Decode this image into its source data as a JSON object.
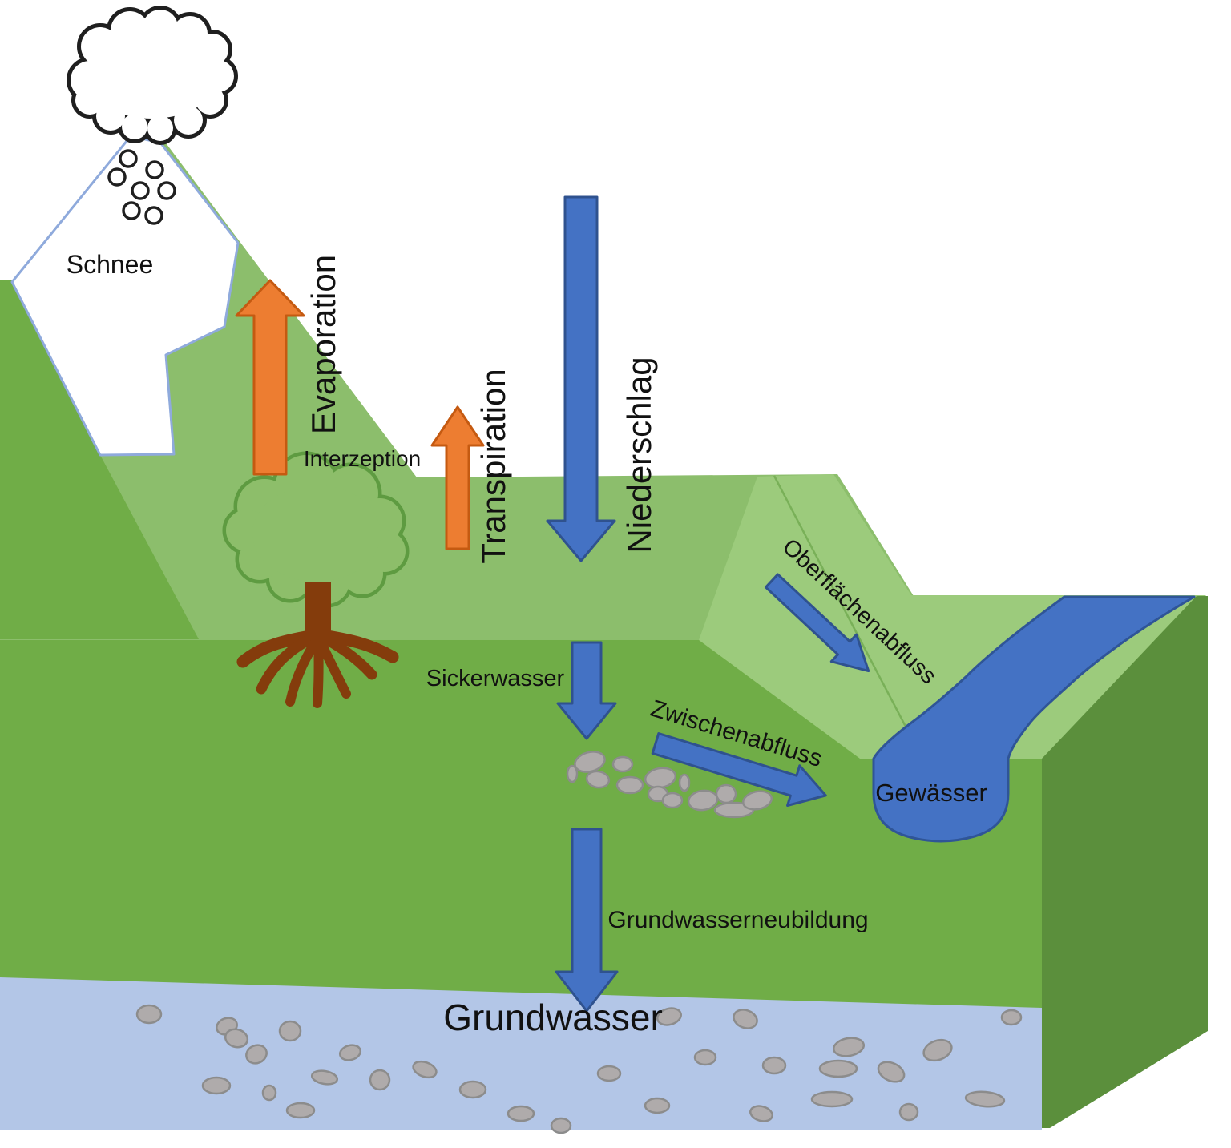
{
  "diagram": {
    "type": "water-cycle-schematic",
    "language": "de",
    "labels": {
      "schnee": "Schnee",
      "evaporation": "Evaporation",
      "interzeption": "Interzeption",
      "transpiration": "Transpiration",
      "niederschlag": "Niederschlag",
      "oberflaechenabfluss": "Oberflächenabfluss",
      "sickerwasser": "Sickerwasser",
      "zwischenabfluss": "Zwischenabfluss",
      "gewaesser": "Gewässer",
      "grundwasserneubildung": "Grundwasserneubildung",
      "grundwasser": "Grundwasser"
    },
    "colors": {
      "terrain_top": "#8CBE6C",
      "terrain_slope": "#9CCB7C",
      "terrain_front": "#70AD47",
      "terrain_side": "#5B8F3C",
      "groundwater_layer": "#B3C6E7",
      "water_fill": "#4472C4",
      "water_border": "#2F5597",
      "arrow_blue_fill": "#4472C4",
      "arrow_blue_border": "#2F528F",
      "arrow_orange_fill": "#ED7D31",
      "arrow_orange_border": "#C55A11",
      "stone_fill": "#AFABAB",
      "stone_border": "#8C8C8C",
      "tree_canopy": "#8DBE6A",
      "tree_canopy_border": "#5E9B41",
      "tree_trunk": "#843C0C",
      "snow_patch_border": "#8FAADC",
      "outline_black": "#1F1F1F"
    }
  }
}
